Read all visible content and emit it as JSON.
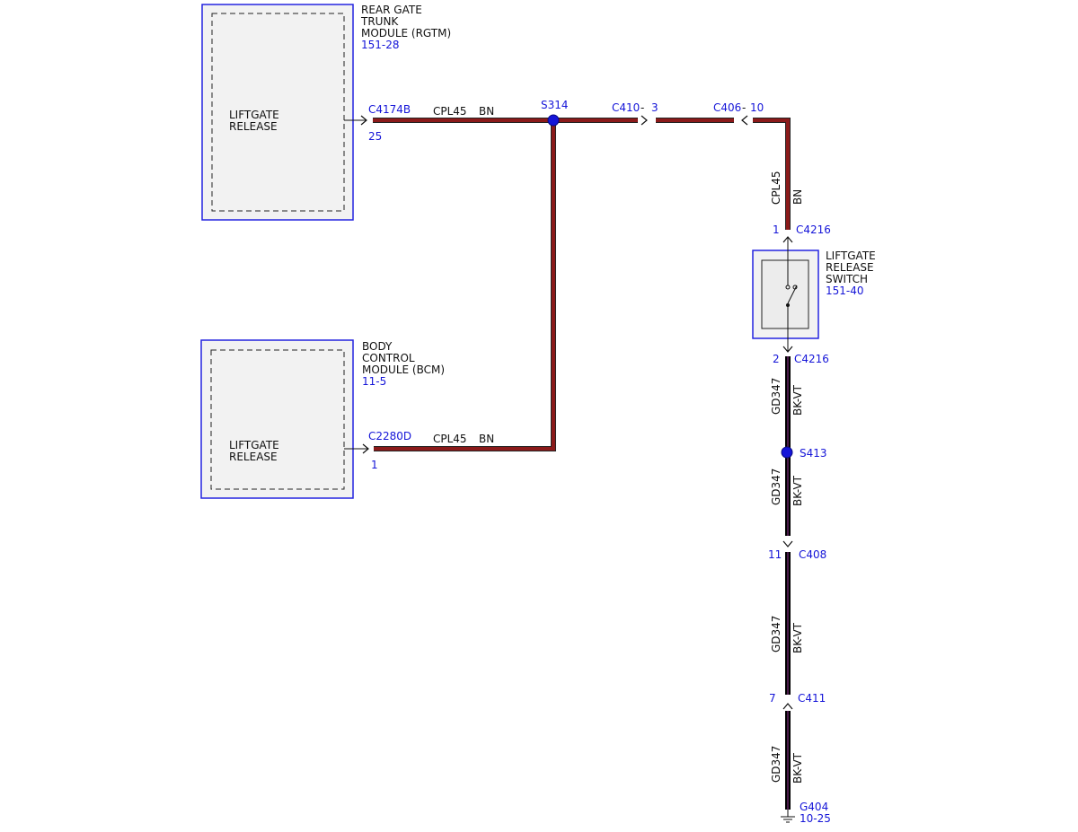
{
  "modules": {
    "rgtm": {
      "title_lines": [
        "REAR GATE",
        "TRUNK",
        "MODULE (RGTM)"
      ],
      "ref": "151-28",
      "function_lines": [
        "LIFTGATE",
        "RELEASE"
      ],
      "connector": "C4174B",
      "pin": "25"
    },
    "bcm": {
      "title_lines": [
        "BODY",
        "CONTROL",
        "MODULE (BCM)"
      ],
      "ref": "11-5",
      "function_lines": [
        "LIFTGATE",
        "RELEASE"
      ],
      "connector": "C2280D",
      "pin": "1"
    },
    "switch": {
      "title_lines": [
        "LIFTGATE",
        "RELEASE",
        "SWITCH"
      ],
      "ref": "151-40"
    }
  },
  "wires": {
    "top_circuit": "CPL45",
    "top_color": "BN",
    "bottom_circuit": "CPL45",
    "bottom_color": "BN",
    "vertical_circuit": "CPL45",
    "vertical_color": "BN",
    "ground_circuit": "GD347",
    "ground_color": "BK-VT"
  },
  "splices": {
    "s314": "S314",
    "s413": "S413"
  },
  "connectors": {
    "c410": "C410",
    "c410_pin": "3",
    "c406": "C406",
    "c406_pin": "10",
    "c4216_top": "C4216",
    "c4216_top_pin": "1",
    "c4216_bottom": "C4216",
    "c4216_bottom_pin": "2",
    "c408": "C408",
    "c408_pin": "11",
    "c411": "C411",
    "c411_pin": "7"
  },
  "ground": {
    "name": "G404",
    "ref": "10-25"
  },
  "separator": "-",
  "colors": {
    "wire_bn": "#8b1a1a",
    "wire_bkvt": "#1a0a1f",
    "module_border": "#2424e0",
    "module_fill": "#f2f2f2",
    "label_blue": "#1515d8"
  }
}
